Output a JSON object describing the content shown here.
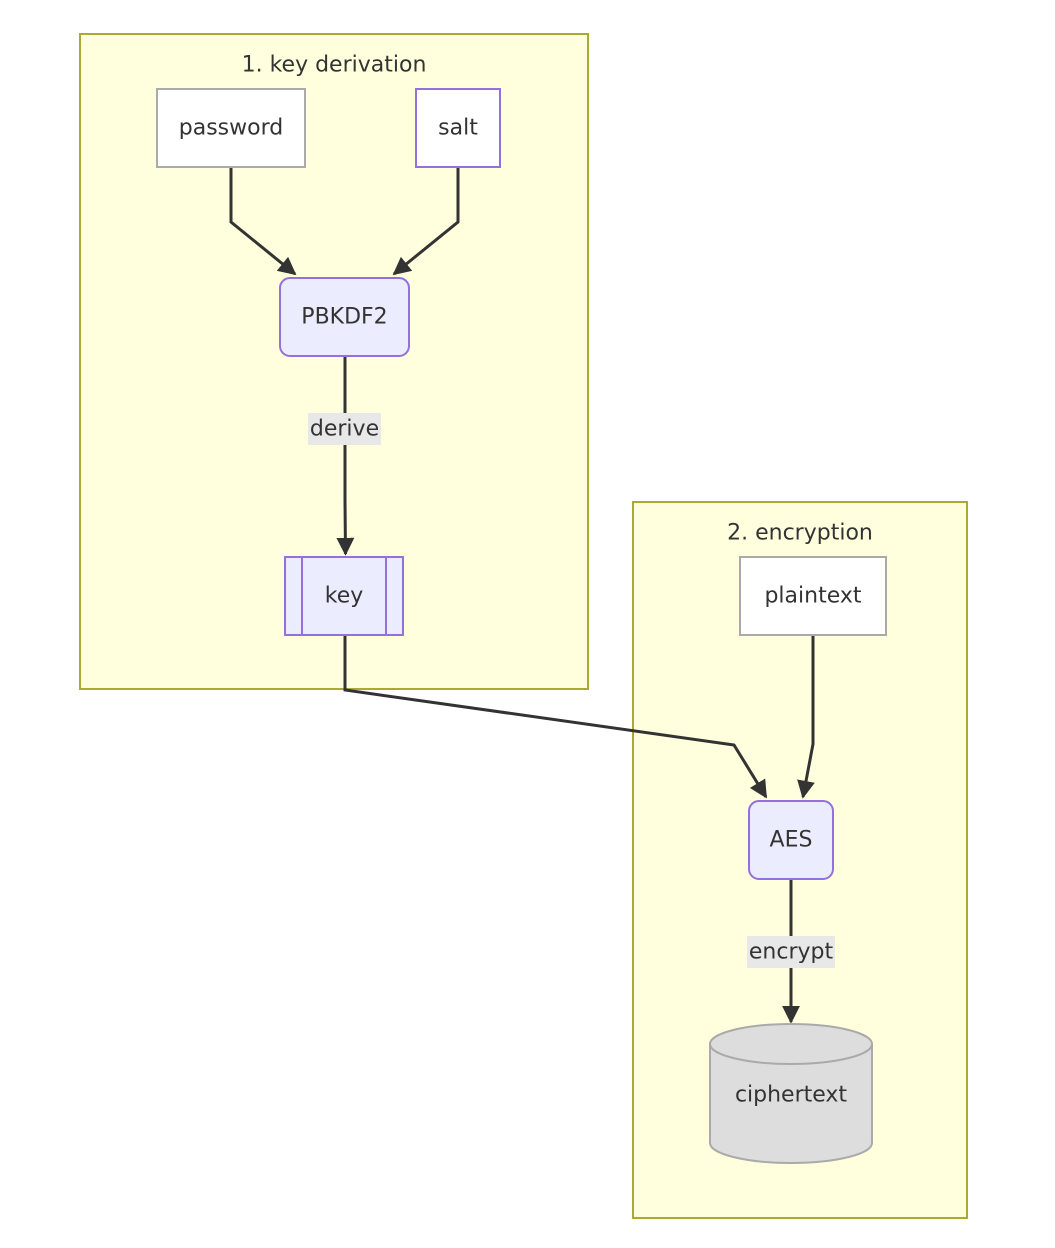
{
  "diagram": {
    "clusters": [
      {
        "id": "key_derivation",
        "title": "1. key derivation"
      },
      {
        "id": "encryption",
        "title": "2. encryption"
      }
    ],
    "nodes": {
      "password": {
        "label": "password",
        "shape": "rect",
        "style": "plain"
      },
      "salt": {
        "label": "salt",
        "shape": "rect",
        "style": "purple-border"
      },
      "pbkdf2": {
        "label": "PBKDF2",
        "shape": "rounded-rect",
        "style": "process"
      },
      "key": {
        "label": "key",
        "shape": "subroutine",
        "style": "process"
      },
      "plaintext": {
        "label": "plaintext",
        "shape": "rect",
        "style": "plain"
      },
      "aes": {
        "label": "AES",
        "shape": "rounded-rect",
        "style": "process"
      },
      "ciphertext": {
        "label": "ciphertext",
        "shape": "cylinder",
        "style": "database"
      }
    },
    "edges": [
      {
        "from": "password",
        "to": "pbkdf2",
        "label": ""
      },
      {
        "from": "salt",
        "to": "pbkdf2",
        "label": ""
      },
      {
        "from": "pbkdf2",
        "to": "key",
        "label": "derive"
      },
      {
        "from": "key",
        "to": "aes",
        "label": ""
      },
      {
        "from": "plaintext",
        "to": "aes",
        "label": ""
      },
      {
        "from": "aes",
        "to": "ciphertext",
        "label": "encrypt"
      }
    ],
    "colors": {
      "cluster_fill": "#ffffde",
      "cluster_stroke": "#aaaa33",
      "process_fill": "#ececff",
      "process_stroke": "#9370db",
      "plain_stroke": "#aaaaaa",
      "database_fill": "#dddddd",
      "edge": "#333333",
      "edge_label_bg": "#e8e8e8"
    }
  }
}
